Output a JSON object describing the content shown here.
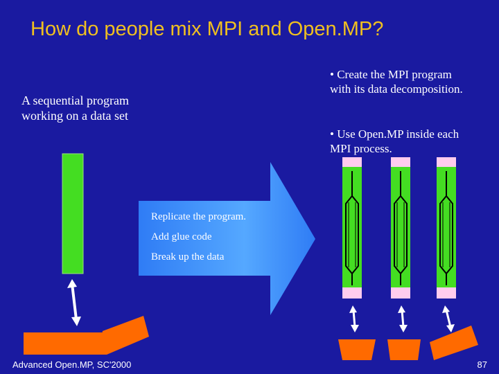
{
  "title": "How do people mix MPI and Open.MP?",
  "left_caption": "A sequential program working on a data set",
  "bullets": [
    "• Create the MPI program with its data decomposition.",
    "• Use Open.MP inside each MPI process."
  ],
  "arrow_steps": [
    "Replicate the program.",
    "Add glue code",
    "Break up the data"
  ],
  "footer": {
    "left": "Advanced Open.MP, SC'2000",
    "page_number": "87"
  },
  "colors": {
    "background": "#1a1aa0",
    "title": "#f0c020",
    "program_bar": "#44dd22",
    "data_block": "#ff6a00",
    "arrow": "#3b8fff",
    "cap": "#ffccee"
  }
}
